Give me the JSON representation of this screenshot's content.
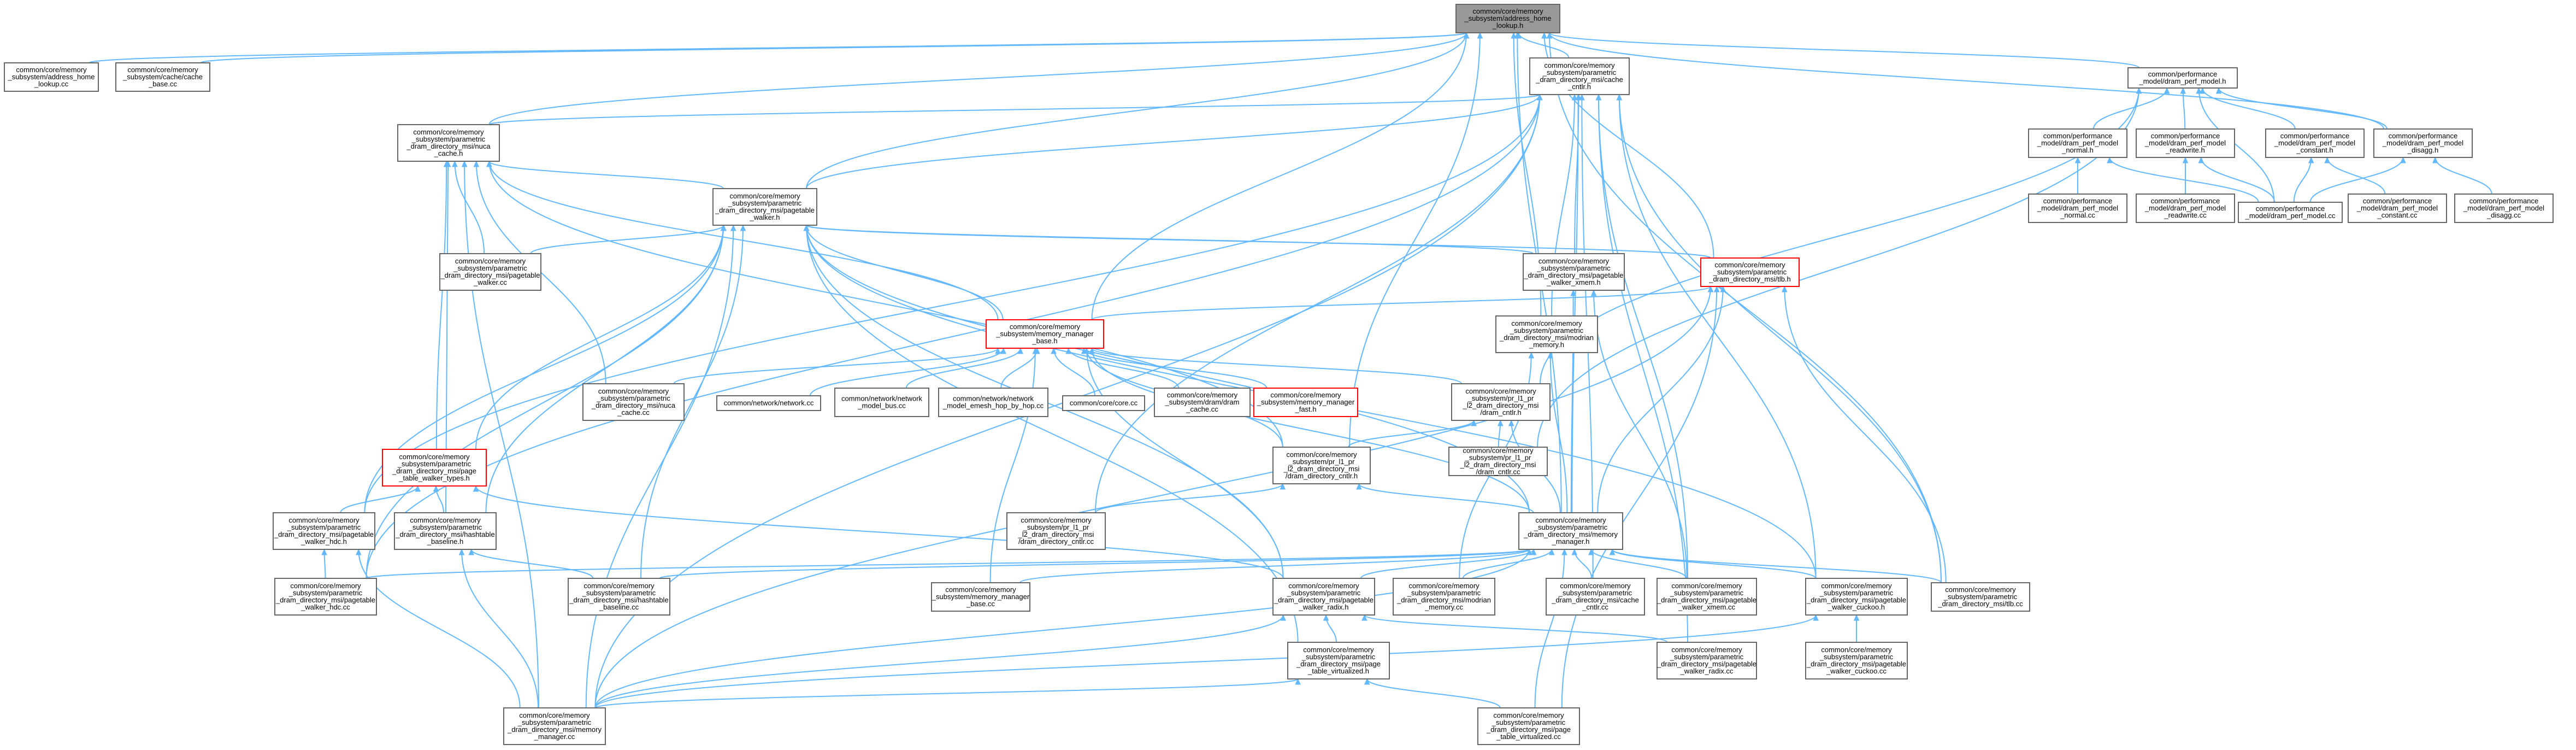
{
  "diagram": {
    "nodes": [
      {
        "id": "root",
        "lines": [
          "common/core/memory",
          "_subsystem/address_home",
          "_lookup.h"
        ],
        "style": "root"
      },
      {
        "id": "n01",
        "lines": [
          "common/core/memory",
          "_subsystem/address_home",
          "_lookup.cc"
        ]
      },
      {
        "id": "n02",
        "lines": [
          "common/core/memory",
          "_subsystem/cache/cache",
          "_base.cc"
        ]
      },
      {
        "id": "n03",
        "lines": [
          "common/core/memory",
          "_subsystem/parametric",
          "_dram_directory_msi/cache",
          "_cntlr.h"
        ]
      },
      {
        "id": "n04",
        "lines": [
          "common/performance",
          "_model/dram_perf_model.h"
        ]
      },
      {
        "id": "n05",
        "lines": [
          "common/core/memory",
          "_subsystem/parametric",
          "_dram_directory_msi/nuca",
          "_cache.h"
        ]
      },
      {
        "id": "n06",
        "lines": [
          "common/performance",
          "_model/dram_perf_model",
          "_normal.h"
        ]
      },
      {
        "id": "n07",
        "lines": [
          "common/performance",
          "_model/dram_perf_model",
          "_readwrite.h"
        ]
      },
      {
        "id": "n08",
        "lines": [
          "common/performance",
          "_model/dram_perf_model",
          "_constant.h"
        ]
      },
      {
        "id": "n09",
        "lines": [
          "common/performance",
          "_model/dram_perf_model",
          "_disagg.h"
        ]
      },
      {
        "id": "n10",
        "lines": [
          "common/core/memory",
          "_subsystem/parametric",
          "_dram_directory_msi/pagetable",
          "_walker.h"
        ]
      },
      {
        "id": "n11",
        "lines": [
          "common/performance",
          "_model/dram_perf_model",
          "_normal.cc"
        ]
      },
      {
        "id": "n12",
        "lines": [
          "common/performance",
          "_model/dram_perf_model",
          "_readwrite.cc"
        ]
      },
      {
        "id": "n13",
        "lines": [
          "common/performance",
          "_model/dram_perf_model.cc"
        ]
      },
      {
        "id": "n14",
        "lines": [
          "common/performance",
          "_model/dram_perf_model",
          "_constant.cc"
        ]
      },
      {
        "id": "n15",
        "lines": [
          "common/performance",
          "_model/dram_perf_model",
          "_disagg.cc"
        ]
      },
      {
        "id": "n16",
        "lines": [
          "common/core/memory",
          "_subsystem/parametric",
          "_dram_directory_msi/pagetable",
          "_walker.cc"
        ]
      },
      {
        "id": "n17",
        "lines": [
          "common/core/memory",
          "_subsystem/parametric",
          "_dram_directory_msi/pagetable",
          "_walker_xmem.h"
        ]
      },
      {
        "id": "n18",
        "lines": [
          "common/core/memory",
          "_subsystem/parametric",
          "_dram_directory_msi/tlb.h"
        ],
        "style": "red"
      },
      {
        "id": "n19",
        "lines": [
          "common/core/memory",
          "_subsystem/parametric",
          "_dram_directory_msi/modrian",
          "_memory.h"
        ]
      },
      {
        "id": "n20",
        "lines": [
          "common/core/memory",
          "_subsystem/memory_manager",
          "_base.h"
        ],
        "style": "red"
      },
      {
        "id": "n21",
        "lines": [
          "common/core/memory",
          "_subsystem/parametric",
          "_dram_directory_msi/nuca",
          "_cache.cc"
        ]
      },
      {
        "id": "n22",
        "lines": [
          "common/network/network.cc"
        ]
      },
      {
        "id": "n23",
        "lines": [
          "common/network/network",
          "_model_bus.cc"
        ]
      },
      {
        "id": "n24",
        "lines": [
          "common/network/network",
          "_model_emesh_hop_by_hop.cc"
        ]
      },
      {
        "id": "n25",
        "lines": [
          "common/core/core.cc"
        ]
      },
      {
        "id": "n26",
        "lines": [
          "common/core/memory",
          "_subsystem/dram/dram",
          "_cache.cc"
        ]
      },
      {
        "id": "n27",
        "lines": [
          "common/core/memory",
          "_subsystem/memory_manager",
          "_fast.h"
        ],
        "style": "red"
      },
      {
        "id": "n28",
        "lines": [
          "common/core/memory",
          "_subsystem/pr_l1_pr",
          "_l2_dram_directory_msi",
          "/dram_cntlr.h"
        ]
      },
      {
        "id": "n29",
        "lines": [
          "common/core/memory",
          "_subsystem/parametric",
          "_dram_directory_msi/page",
          "_table_walker_types.h"
        ],
        "style": "red"
      },
      {
        "id": "n30",
        "lines": [
          "common/core/memory",
          "_subsystem/pr_l1_pr",
          "_l2_dram_directory_msi",
          "/dram_directory_cntlr.h"
        ]
      },
      {
        "id": "n31",
        "lines": [
          "common/core/memory",
          "_subsystem/pr_l1_pr",
          "_l2_dram_directory_msi",
          "/dram_cntlr.cc"
        ]
      },
      {
        "id": "n32",
        "lines": [
          "common/core/memory",
          "_subsystem/parametric",
          "_dram_directory_msi/pagetable",
          "_walker_hdc.h"
        ]
      },
      {
        "id": "n33",
        "lines": [
          "common/core/memory",
          "_subsystem/parametric",
          "_dram_directory_msi/hashtable",
          "_baseline.h"
        ]
      },
      {
        "id": "n34",
        "lines": [
          "common/core/memory",
          "_subsystem/pr_l1_pr",
          "_l2_dram_directory_msi",
          "/dram_directory_cntlr.cc"
        ]
      },
      {
        "id": "n35",
        "lines": [
          "common/core/memory",
          "_subsystem/parametric",
          "_dram_directory_msi/memory",
          "_manager.h"
        ]
      },
      {
        "id": "n36",
        "lines": [
          "common/core/memory",
          "_subsystem/parametric",
          "_dram_directory_msi/pagetable",
          "_walker_hdc.cc"
        ]
      },
      {
        "id": "n37",
        "lines": [
          "common/core/memory",
          "_subsystem/parametric",
          "_dram_directory_msi/hashtable",
          "_baseline.cc"
        ]
      },
      {
        "id": "n38",
        "lines": [
          "common/core/memory",
          "_subsystem/memory_manager",
          "_base.cc"
        ]
      },
      {
        "id": "n39",
        "lines": [
          "common/core/memory",
          "_subsystem/parametric",
          "_dram_directory_msi/pagetable",
          "_walker_radix.h"
        ]
      },
      {
        "id": "n40",
        "lines": [
          "common/core/memory",
          "_subsystem/parametric",
          "_dram_directory_msi/modrian",
          "_memory.cc"
        ]
      },
      {
        "id": "n41",
        "lines": [
          "common/core/memory",
          "_subsystem/parametric",
          "_dram_directory_msi/cache",
          "_cntlr.cc"
        ]
      },
      {
        "id": "n42",
        "lines": [
          "common/core/memory",
          "_subsystem/parametric",
          "_dram_directory_msi/pagetable",
          "_walker_xmem.cc"
        ]
      },
      {
        "id": "n43",
        "lines": [
          "common/core/memory",
          "_subsystem/parametric",
          "_dram_directory_msi/pagetable",
          "_walker_cuckoo.h"
        ]
      },
      {
        "id": "n44",
        "lines": [
          "common/core/memory",
          "_subsystem/parametric",
          "_dram_directory_msi/tlb.cc"
        ]
      },
      {
        "id": "n45",
        "lines": [
          "common/core/memory",
          "_subsystem/parametric",
          "_dram_directory_msi/page",
          "_table_virtualized.h"
        ]
      },
      {
        "id": "n46",
        "lines": [
          "common/core/memory",
          "_subsystem/parametric",
          "_dram_directory_msi/pagetable",
          "_walker_radix.cc"
        ]
      },
      {
        "id": "n47",
        "lines": [
          "common/core/memory",
          "_subsystem/parametric",
          "_dram_directory_msi/pagetable",
          "_walker_cuckoo.cc"
        ]
      },
      {
        "id": "n48",
        "lines": [
          "common/core/memory",
          "_subsystem/parametric",
          "_dram_directory_msi/memory",
          "_manager.cc"
        ]
      },
      {
        "id": "n49",
        "lines": [
          "common/core/memory",
          "_subsystem/parametric",
          "_dram_directory_msi/page",
          "_table_virtualized.cc"
        ]
      }
    ],
    "edges": [
      [
        "n01",
        "root"
      ],
      [
        "n02",
        "root"
      ],
      [
        "n03",
        "root"
      ],
      [
        "n04",
        "root"
      ],
      [
        "n05",
        "root"
      ],
      [
        "n09",
        "root"
      ],
      [
        "n10",
        "root"
      ],
      [
        "n18",
        "root"
      ],
      [
        "n19",
        "root"
      ],
      [
        "n30",
        "root"
      ],
      [
        "n35",
        "root"
      ],
      [
        "n44",
        "root"
      ],
      [
        "n20",
        "root"
      ],
      [
        "n05",
        "n03"
      ],
      [
        "n10",
        "n03"
      ],
      [
        "n17",
        "n03"
      ],
      [
        "n19",
        "n03"
      ],
      [
        "n35",
        "n03"
      ],
      [
        "n32",
        "n03"
      ],
      [
        "n36",
        "n03"
      ],
      [
        "n41",
        "n03"
      ],
      [
        "n42",
        "n03"
      ],
      [
        "n43",
        "n03"
      ],
      [
        "n44",
        "n03"
      ],
      [
        "n46",
        "n03"
      ],
      [
        "n48",
        "n03"
      ],
      [
        "n34",
        "n03"
      ],
      [
        "n06",
        "n04"
      ],
      [
        "n07",
        "n04"
      ],
      [
        "n08",
        "n04"
      ],
      [
        "n09",
        "n04"
      ],
      [
        "n13",
        "n04"
      ],
      [
        "n28",
        "n04"
      ],
      [
        "n31",
        "n04"
      ],
      [
        "n11",
        "n06"
      ],
      [
        "n13",
        "n06"
      ],
      [
        "n12",
        "n07"
      ],
      [
        "n13",
        "n07"
      ],
      [
        "n13",
        "n08"
      ],
      [
        "n14",
        "n08"
      ],
      [
        "n13",
        "n09"
      ],
      [
        "n15",
        "n09"
      ],
      [
        "n10",
        "n05"
      ],
      [
        "n16",
        "n05"
      ],
      [
        "n21",
        "n05"
      ],
      [
        "n20",
        "n05"
      ],
      [
        "n29",
        "n05"
      ],
      [
        "n30",
        "n05"
      ],
      [
        "n48",
        "n05"
      ],
      [
        "n33",
        "n05"
      ],
      [
        "n16",
        "n10"
      ],
      [
        "n17",
        "n10"
      ],
      [
        "n18",
        "n10"
      ],
      [
        "n20",
        "n10"
      ],
      [
        "n29",
        "n10"
      ],
      [
        "n32",
        "n10"
      ],
      [
        "n33",
        "n10"
      ],
      [
        "n35",
        "n10"
      ],
      [
        "n36",
        "n10"
      ],
      [
        "n37",
        "n10"
      ],
      [
        "n39",
        "n10"
      ],
      [
        "n45",
        "n10"
      ],
      [
        "n48",
        "n10"
      ],
      [
        "n43",
        "n10"
      ],
      [
        "n35",
        "n17"
      ],
      [
        "n42",
        "n17"
      ],
      [
        "n20",
        "n18"
      ],
      [
        "n35",
        "n18"
      ],
      [
        "n44",
        "n18"
      ],
      [
        "n48",
        "n18"
      ],
      [
        "n49",
        "n18"
      ],
      [
        "n35",
        "n19"
      ],
      [
        "n40",
        "n19"
      ],
      [
        "n21",
        "n20"
      ],
      [
        "n22",
        "n20"
      ],
      [
        "n23",
        "n20"
      ],
      [
        "n24",
        "n20"
      ],
      [
        "n25",
        "n20"
      ],
      [
        "n26",
        "n20"
      ],
      [
        "n27",
        "n20"
      ],
      [
        "n28",
        "n20"
      ],
      [
        "n30",
        "n20"
      ],
      [
        "n35",
        "n20"
      ],
      [
        "n38",
        "n20"
      ],
      [
        "n39",
        "n20"
      ],
      [
        "n30",
        "n28"
      ],
      [
        "n31",
        "n28"
      ],
      [
        "n35",
        "n28"
      ],
      [
        "n32",
        "n29"
      ],
      [
        "n33",
        "n29"
      ],
      [
        "n39",
        "n29"
      ],
      [
        "n34",
        "n30"
      ],
      [
        "n35",
        "n30"
      ],
      [
        "n36",
        "n32"
      ],
      [
        "n48",
        "n32"
      ],
      [
        "n37",
        "n33"
      ],
      [
        "n48",
        "n33"
      ],
      [
        "n36",
        "n35"
      ],
      [
        "n37",
        "n35"
      ],
      [
        "n38",
        "n35"
      ],
      [
        "n39",
        "n35"
      ],
      [
        "n40",
        "n35"
      ],
      [
        "n41",
        "n35"
      ],
      [
        "n42",
        "n35"
      ],
      [
        "n43",
        "n35"
      ],
      [
        "n44",
        "n35"
      ],
      [
        "n48",
        "n35"
      ],
      [
        "n49",
        "n35"
      ],
      [
        "n45",
        "n39"
      ],
      [
        "n46",
        "n39"
      ],
      [
        "n48",
        "n39"
      ],
      [
        "n47",
        "n43"
      ],
      [
        "n48",
        "n43"
      ],
      [
        "n48",
        "n45"
      ],
      [
        "n49",
        "n45"
      ]
    ]
  },
  "colors": {
    "edge": "#63b8ff",
    "node_border": "#666666",
    "root_fill": "#999999",
    "highlight_border": "#ff0000"
  }
}
